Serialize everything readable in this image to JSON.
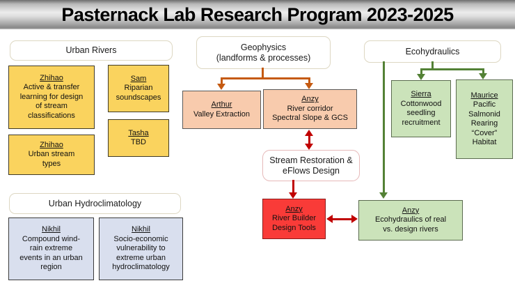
{
  "title": "Pasternack Lab Research Program 2023-2025",
  "colors": {
    "title_bar": "silver-gradient",
    "urban_rivers_fill": "#FAD35E",
    "geophysics_fill": "#F8CBAD",
    "ecohydraulics_fill": "#CBE3BA",
    "hydroclimatology_fill": "#D9DFEE",
    "river_builder_fill": "#F93B38",
    "geophysics_arrow": "#C55A11",
    "ecohydraulics_arrow": "#538135",
    "restoration_arrow": "#C00000"
  },
  "urban_rivers": {
    "header": "Urban Rivers",
    "zhihao_classifications": {
      "name": "Zhihao",
      "desc": "Active & transfer\nlearning for design\nof stream\nclassifications"
    },
    "sam": {
      "name": "Sam",
      "desc": "Riparian\nsoundscapes"
    },
    "tasha": {
      "name": "Tasha",
      "desc": "TBD"
    },
    "zhihao_types": {
      "name": "Zhihao",
      "desc": "Urban stream\ntypes"
    }
  },
  "geophysics": {
    "header": "Geophysics\n(landforms & processes)",
    "arthur": {
      "name": "Arthur",
      "desc": "Valley Extraction"
    },
    "anzy_spectral": {
      "name": "Anzy",
      "desc": "River corridor\nSpectral Slope & GCS"
    }
  },
  "ecohydraulics": {
    "header": "Ecohydraulics",
    "sierra": {
      "name": "Sierra",
      "desc": "Cottonwood\nseedling\nrecruitment"
    },
    "maurice": {
      "name": "Maurice",
      "desc": "Pacific\nSalmonid\nRearing\n“Cover”\nHabitat"
    },
    "anzy_eco": {
      "name": "Anzy",
      "desc": "Ecohydraulics of real\nvs. design rivers"
    }
  },
  "stream_restoration": {
    "header": "Stream Restoration &\neFlows Design"
  },
  "river_builder": {
    "name": "Anzy",
    "desc": "River Builder\nDesign Tools"
  },
  "urban_hydroclimatology": {
    "header": "Urban Hydroclimatology",
    "nikhil_wind": {
      "name": "Nikhil",
      "desc": "Compound wind-\nrain extreme\nevents in an urban\nregion"
    },
    "nikhil_socio": {
      "name": "Nikhil",
      "desc": "Socio-economic\nvulnerability to\nextreme urban\nhydroclimatology"
    }
  }
}
